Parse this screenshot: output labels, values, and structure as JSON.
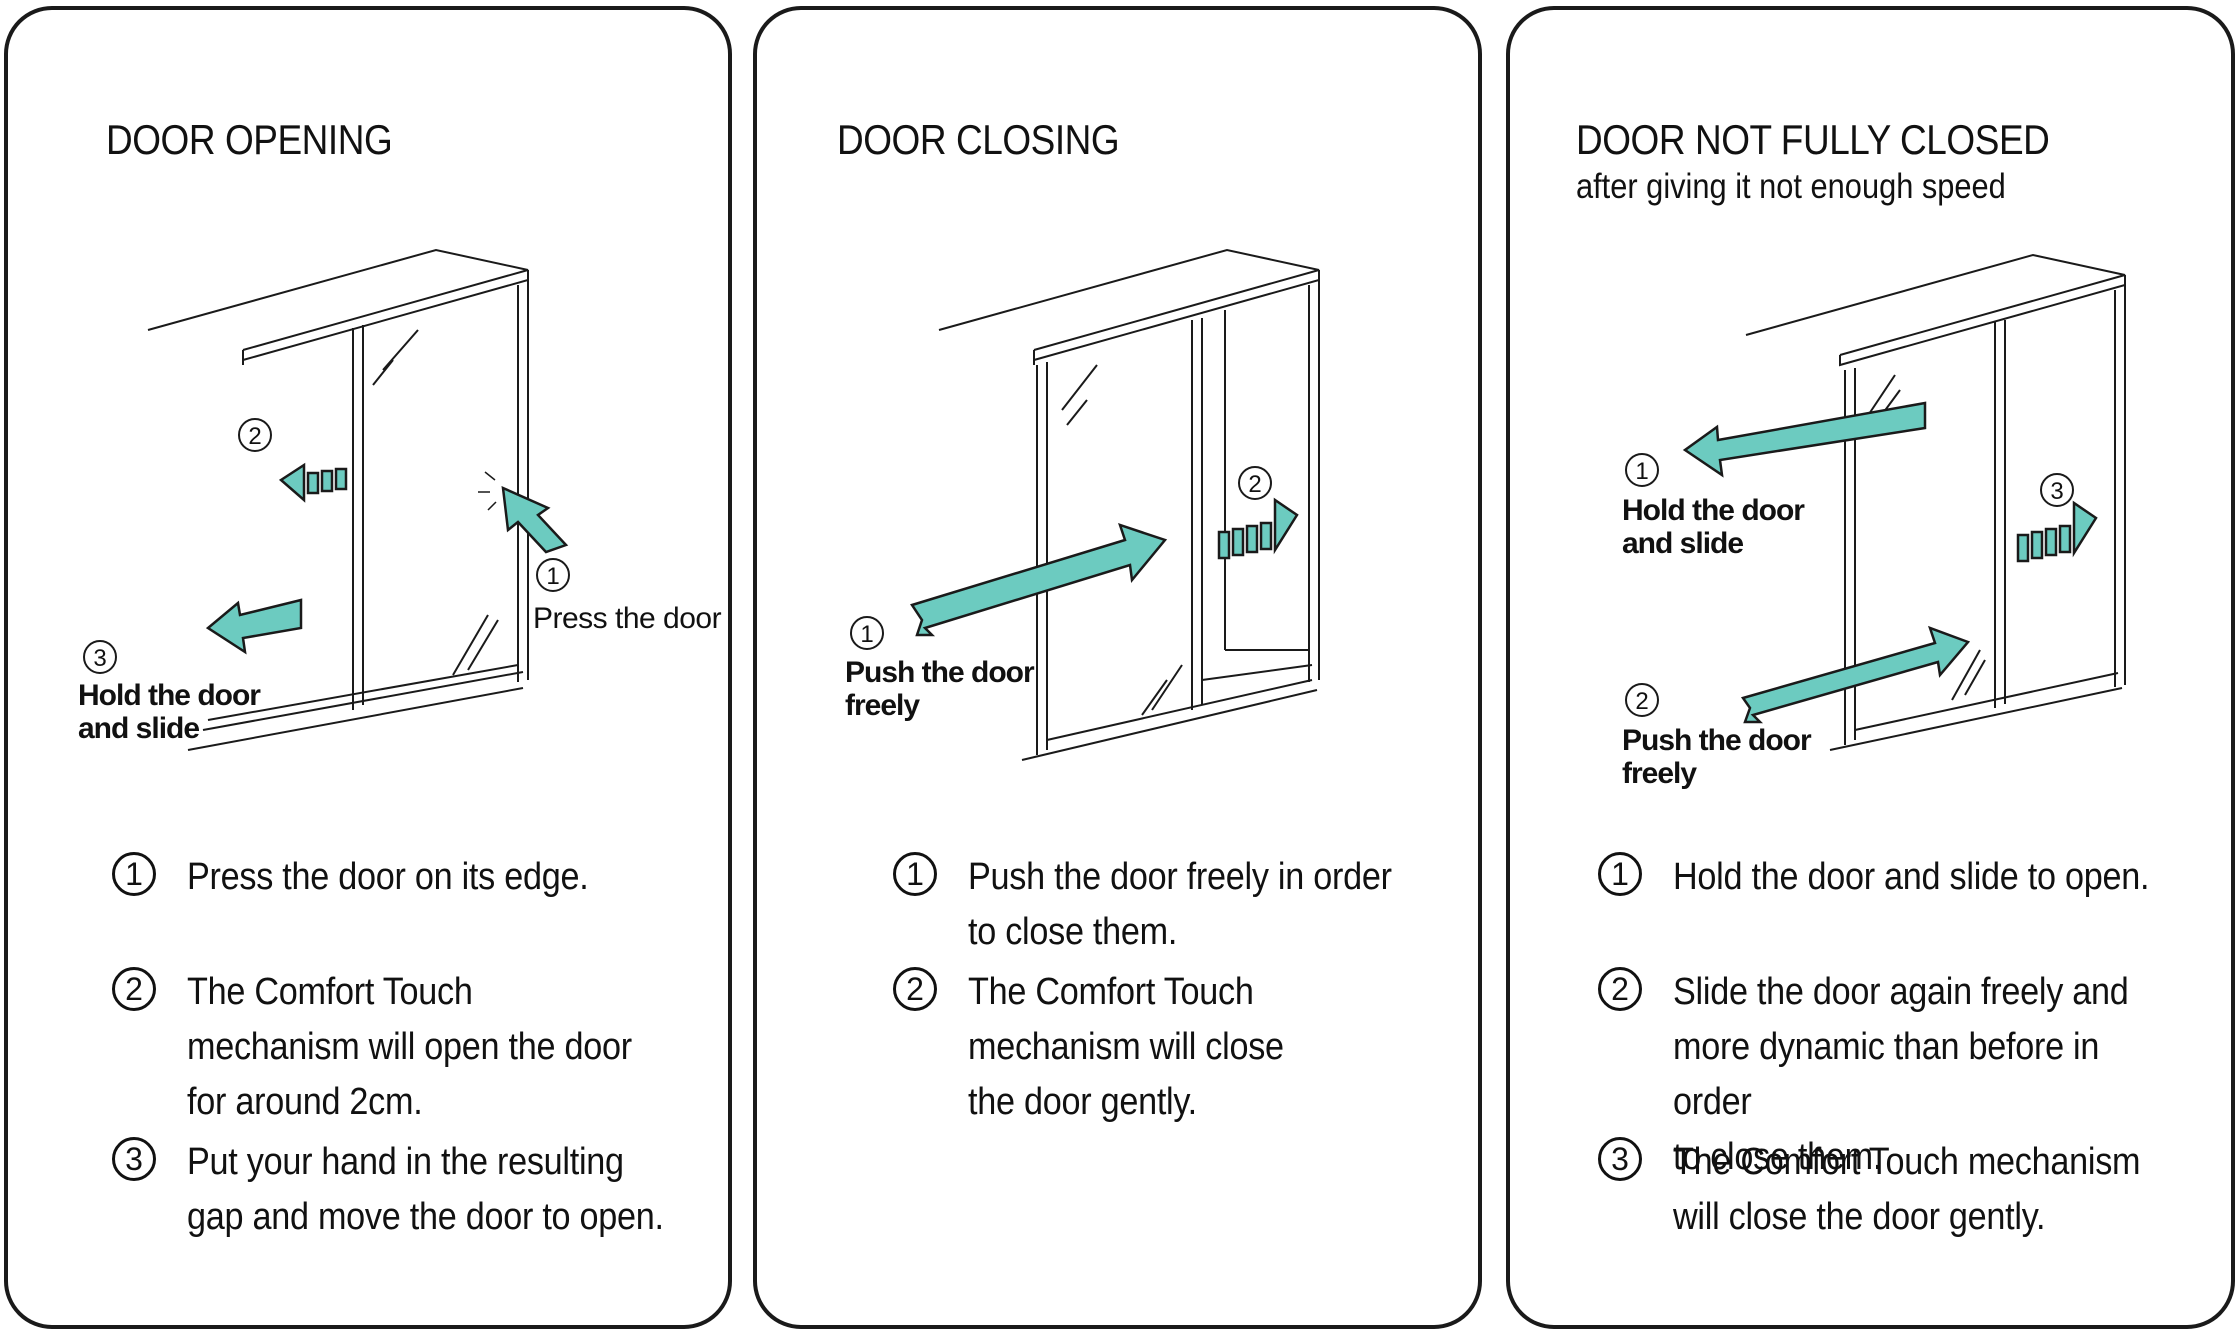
{
  "colors": {
    "arrow_fill": "#6ccbc0",
    "stroke": "#1a1a1a"
  },
  "panels": [
    {
      "title": "DOOR OPENING",
      "illustration_labels": {
        "num1": "1",
        "num2": "2",
        "num3": "3",
        "press": "Press the door",
        "hold_line1": "Hold the door",
        "hold_line2": "and slide"
      },
      "steps": [
        {
          "num": "1",
          "text": "Press the door on its edge."
        },
        {
          "num": "2",
          "text": "The Comfort Touch\nmechanism will open the door\nfor around 2cm."
        },
        {
          "num": "3",
          "text": "Put your hand in the resulting\ngap and move the door to open."
        }
      ]
    },
    {
      "title": "DOOR CLOSING",
      "illustration_labels": {
        "num1": "1",
        "num2": "2",
        "push_line1": "Push the door",
        "push_line2": "freely"
      },
      "steps": [
        {
          "num": "1",
          "text": "Push the door freely in order\nto close them."
        },
        {
          "num": "2",
          "text": "The Comfort Touch\nmechanism will close\nthe door gently."
        }
      ]
    },
    {
      "title": "DOOR NOT FULLY CLOSED",
      "subtitle": "after giving it not enough speed",
      "illustration_labels": {
        "num1": "1",
        "num2": "2",
        "num3": "3",
        "hold_line1": "Hold the door",
        "hold_line2": "and slide",
        "push_line1": "Push the door",
        "push_line2": "freely"
      },
      "steps": [
        {
          "num": "1",
          "text": "Hold the door and slide to open."
        },
        {
          "num": "2",
          "text": "Slide the door again freely and\nmore dynamic than before in order\nto close them."
        },
        {
          "num": "3",
          "text": "The Comfort Touch mechanism\nwill close the door gently."
        }
      ]
    }
  ]
}
